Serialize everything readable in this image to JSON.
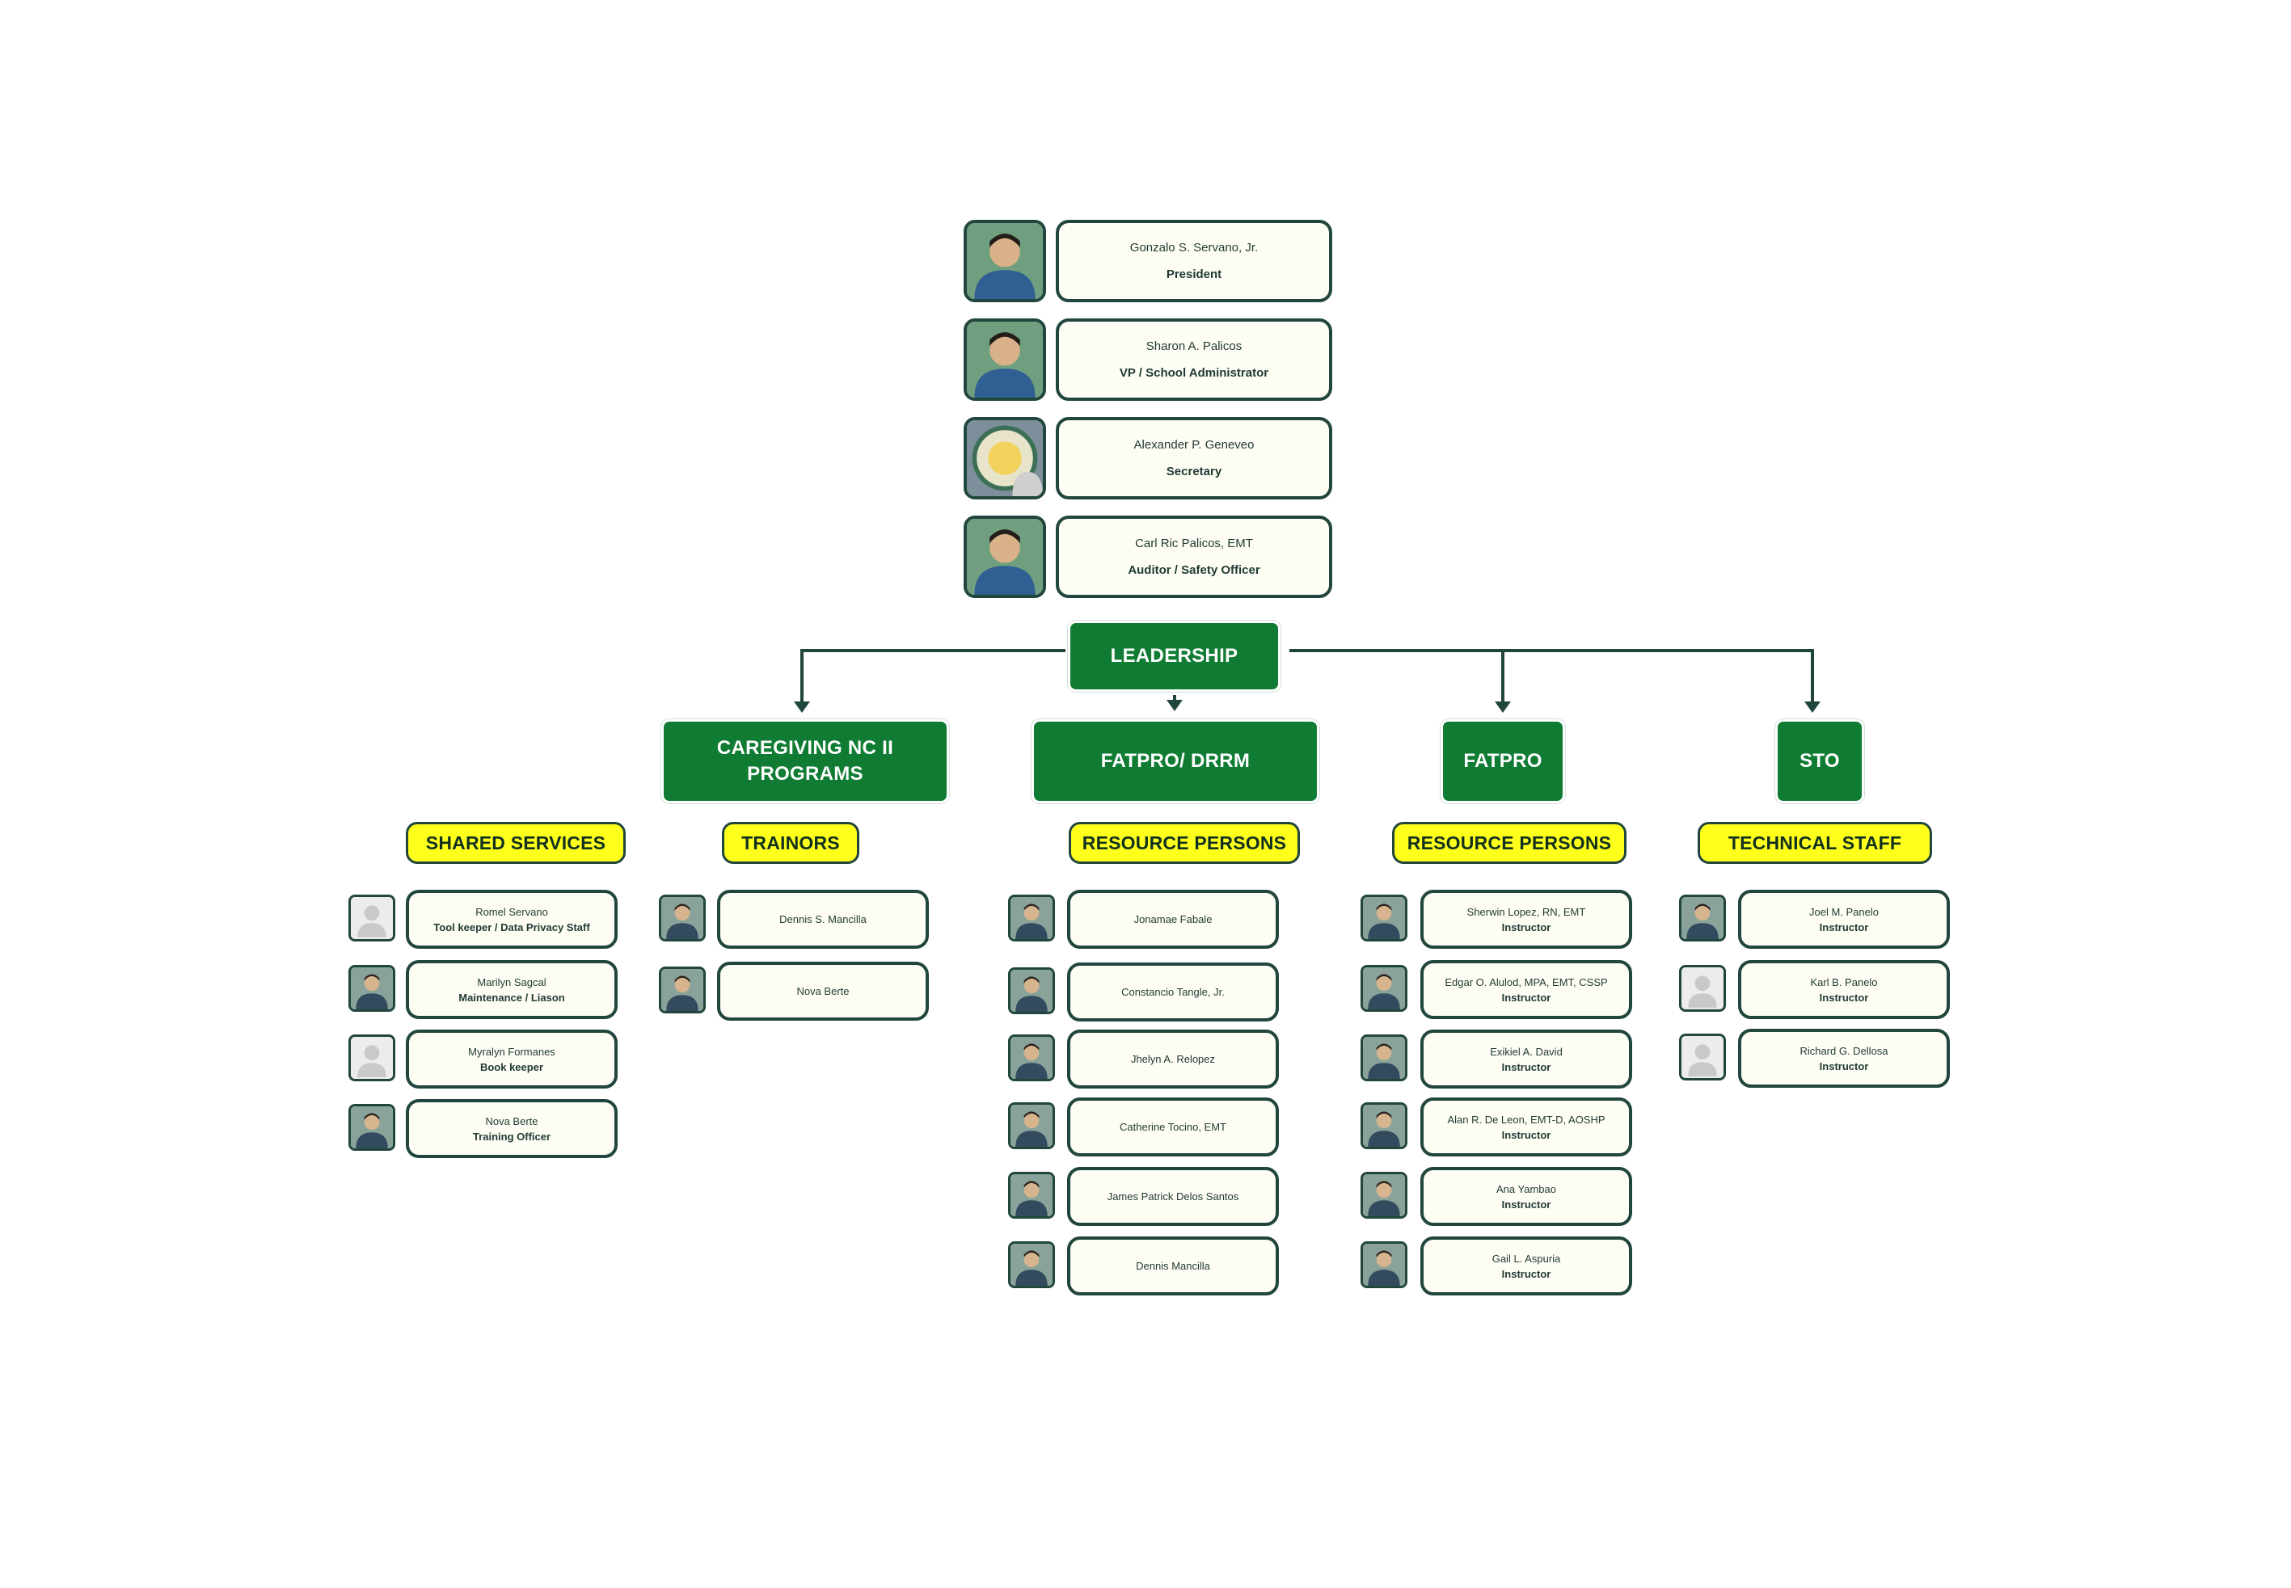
{
  "colors": {
    "green": "#107c33",
    "yellow": "#ffff1c",
    "border": "#21463d",
    "card_fill": "#fdfdf4"
  },
  "leadership": {
    "label": "LEADERSHIP",
    "officers": [
      {
        "name": "Gonzalo S. Servano, Jr.",
        "role": "President",
        "photo": "officer-photo-icon"
      },
      {
        "name": "Sharon A. Palicos",
        "role": "VP / School Administrator",
        "photo": "officer-photo-icon"
      },
      {
        "name": "Alexander P. Geneveo",
        "role": "Secretary",
        "photo": "seal-photo-icon"
      },
      {
        "name": "Carl Ric Palicos, EMT",
        "role": "Auditor / Safety Officer",
        "photo": "officer-photo-icon"
      }
    ]
  },
  "branches": [
    {
      "label": "CAREGIVING NC II\nPROGRAMS"
    },
    {
      "label": "FATPRO/ DRRM"
    },
    {
      "label": "FATPRO"
    },
    {
      "label": "STO"
    }
  ],
  "groups": {
    "shared_services": {
      "label": "SHARED SERVICES",
      "members": [
        {
          "name": "Romel Servano",
          "role": "Tool keeper / Data Privacy Staff",
          "photo": "avatar-placeholder-icon"
        },
        {
          "name": "Marilyn Sagcal",
          "role": "Maintenance / Liason",
          "photo": "person-photo-icon"
        },
        {
          "name": "Myralyn Formanes",
          "role": "Book keeper",
          "photo": "avatar-placeholder-icon"
        },
        {
          "name": "Nova Berte",
          "role": "Training Officer",
          "photo": "person-photo-icon"
        }
      ]
    },
    "trainors": {
      "label": "TRAINORS",
      "members": [
        {
          "name": "Dennis S. Mancilla",
          "role": "",
          "photo": "person-photo-icon"
        },
        {
          "name": "Nova Berte",
          "role": "",
          "photo": "person-photo-icon"
        }
      ]
    },
    "resource_persons_drrm": {
      "label": "RESOURCE PERSONS",
      "members": [
        {
          "name": "Jonamae Fabale",
          "role": "",
          "photo": "person-photo-icon"
        },
        {
          "name": "Constancio Tangle, Jr.",
          "role": "",
          "photo": "person-photo-icon"
        },
        {
          "name": "Jhelyn A. Relopez",
          "role": "",
          "photo": "person-photo-icon"
        },
        {
          "name": "Catherine Tocino, EMT",
          "role": "",
          "photo": "person-photo-icon"
        },
        {
          "name": "James Patrick Delos Santos",
          "role": "",
          "photo": "person-photo-icon"
        },
        {
          "name": "Dennis Mancilla",
          "role": "",
          "photo": "person-photo-icon"
        }
      ]
    },
    "resource_persons_fatpro": {
      "label": "RESOURCE PERSONS",
      "members": [
        {
          "name": "Sherwin Lopez, RN, EMT",
          "role": "Instructor",
          "photo": "person-photo-icon"
        },
        {
          "name": "Edgar O. Alulod, MPA, EMT, CSSP",
          "role": "Instructor",
          "photo": "person-photo-icon"
        },
        {
          "name": "Exikiel A. David",
          "role": "Instructor",
          "photo": "person-photo-icon"
        },
        {
          "name": "Alan R. De Leon, EMT-D, AOSHP",
          "role": "Instructor",
          "photo": "person-photo-icon"
        },
        {
          "name": "Ana Yambao",
          "role": "Instructor",
          "photo": "person-photo-icon"
        },
        {
          "name": "Gail L. Aspuria",
          "role": "Instructor",
          "photo": "person-photo-icon"
        }
      ]
    },
    "technical_staff": {
      "label": "TECHNICAL STAFF",
      "members": [
        {
          "name": "Joel M. Panelo",
          "role": "Instructor",
          "photo": "person-photo-icon"
        },
        {
          "name": "Karl B. Panelo",
          "role": "Instructor",
          "photo": "avatar-placeholder-icon"
        },
        {
          "name": "Richard G. Dellosa",
          "role": "Instructor",
          "photo": "avatar-placeholder-icon"
        }
      ]
    }
  }
}
